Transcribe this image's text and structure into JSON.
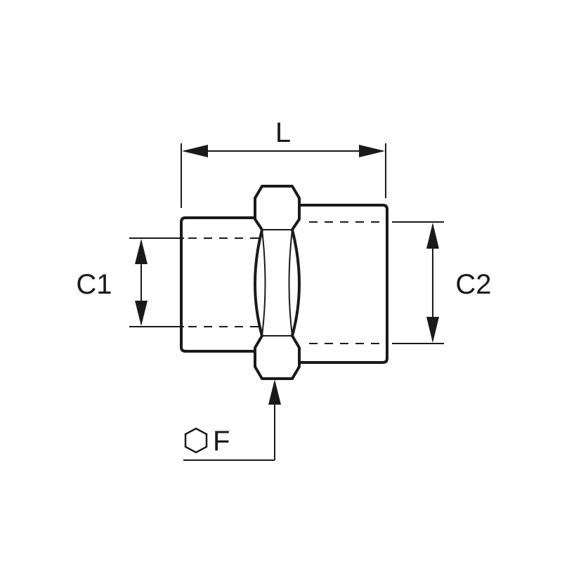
{
  "drawing": {
    "labels": {
      "length": "L",
      "thread_1": "C1",
      "thread_2": "C2",
      "wrench_size": "F"
    },
    "icons": {
      "wrench_size_symbol": "hexagon-icon"
    },
    "colors": {
      "line": "#1a1a1a",
      "background": "#ffffff"
    }
  }
}
